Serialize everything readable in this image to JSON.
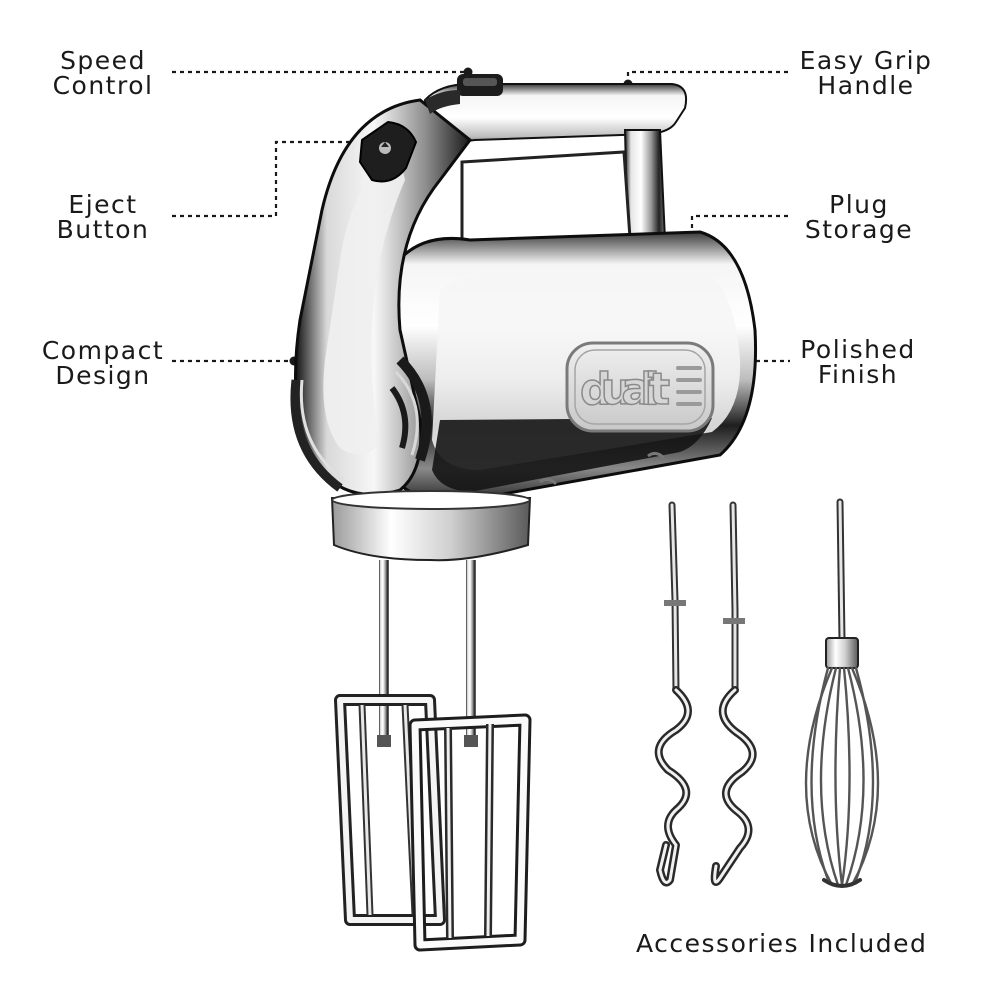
{
  "features": {
    "speed_control": {
      "line1": "Speed",
      "line2": "Control"
    },
    "eject_button": {
      "line1": "Eject",
      "line2": "Button"
    },
    "compact_design": {
      "line1": "Compact",
      "line2": "Design"
    },
    "easy_grip_handle": {
      "line1": "Easy Grip",
      "line2": "Handle"
    },
    "plug_storage": {
      "line1": "Plug",
      "line2": "Storage"
    },
    "polished_finish": {
      "line1": "Polished",
      "line2": "Finish"
    }
  },
  "accessories_caption": "Accessories Included",
  "brand_logo": "dualit",
  "colors": {
    "text": "#1a1a1a",
    "chrome_light": "#f2f2f2",
    "chrome_dark": "#1c1c1c",
    "leader_line": "#1a1a1a"
  }
}
